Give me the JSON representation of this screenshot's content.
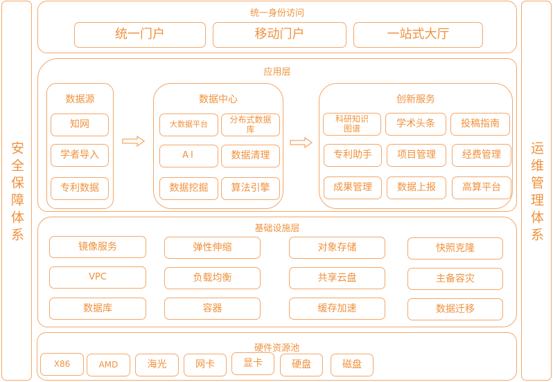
{
  "side_left": {
    "label": "安全保障体系"
  },
  "side_right": {
    "label": "运维管理体系"
  },
  "identity": {
    "title": "统一身份访问",
    "items": [
      "统一门户",
      "移动门户",
      "一站式大厅"
    ]
  },
  "app_layer": {
    "title": "应用层",
    "data_source": {
      "title": "数据源",
      "items": [
        "知网",
        "学者导入",
        "专利数据"
      ]
    },
    "data_center": {
      "title": "数据中心",
      "items": [
        "大数据平台",
        "分布式数据库",
        "AI",
        "数据清理",
        "数据挖掘",
        "算法引擎"
      ]
    },
    "innovation": {
      "title": "创新服务",
      "items": [
        "科研知识图谱",
        "学术头条",
        "投稿指南",
        "专利助手",
        "项目管理",
        "经费管理",
        "成果管理",
        "数据上报",
        "高算平台"
      ]
    }
  },
  "infra": {
    "title": "基础设施层",
    "columns": [
      [
        "镜像服务",
        "VPC",
        "数据库"
      ],
      [
        "弹性伸缩",
        "负载均衡",
        "容器"
      ],
      [
        "对象存储",
        "共享云盘",
        "缓存加速"
      ],
      [
        "快照克隆",
        "主备容灾",
        "数据迁移"
      ]
    ]
  },
  "hardware": {
    "title": "硬件资源池",
    "items": [
      "X86",
      "AMD",
      "海光",
      "网卡",
      "显卡",
      "硬盘",
      "磁盘"
    ]
  },
  "colors": {
    "accent": "#f0913c",
    "border": "#f3a668"
  }
}
